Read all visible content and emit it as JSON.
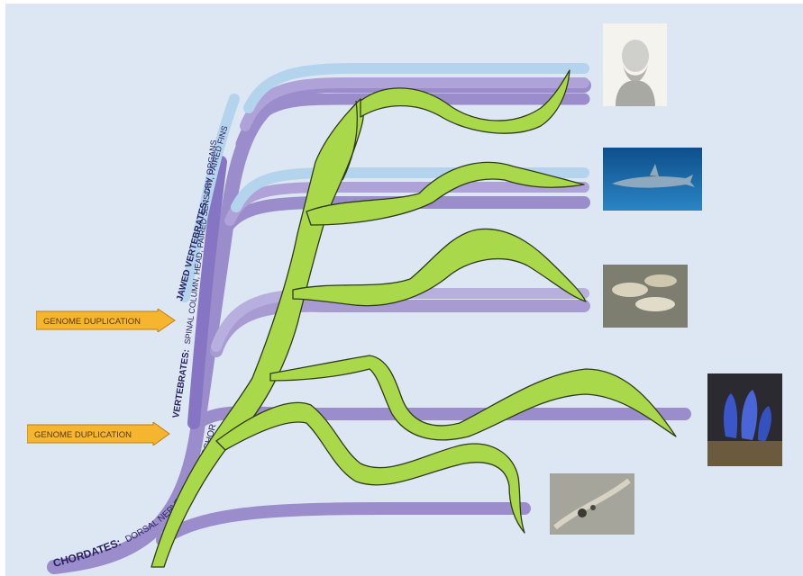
{
  "arrows": [
    {
      "label": "GENOME DUPLICATION"
    },
    {
      "label": "GENOME DUPLICATION"
    }
  ],
  "clades": {
    "chordates_title": "CHORDATES:",
    "chordates_traits": "DORSAL NERVE TUBE, NOTOCHORD",
    "vertebrates_title": "VERTEBRATES:",
    "vertebrates_traits": "SPINAL COLUMN, HEAD, PAIRED SENSORY ORGANS",
    "jawed_title": "JAWED VERTEBRATES:",
    "jawed_traits": "JAW, PAIRED FINS"
  },
  "colors": {
    "background": "#dde6f3",
    "lineage_purple": "#9b8ccc",
    "lineage_light_blue": "#b3d4ec",
    "ribbon_green": "#a9d84a",
    "arrow_orange": "#f5b52e",
    "label_dark": "#2a2160"
  },
  "images": [
    {
      "icon": "darwin-portrait-icon"
    },
    {
      "icon": "shark-photo-icon"
    },
    {
      "icon": "lancelet-photo-icon"
    },
    {
      "icon": "sea-squirt-photo-icon"
    },
    {
      "icon": "acorn-worm-photo-icon"
    }
  ]
}
